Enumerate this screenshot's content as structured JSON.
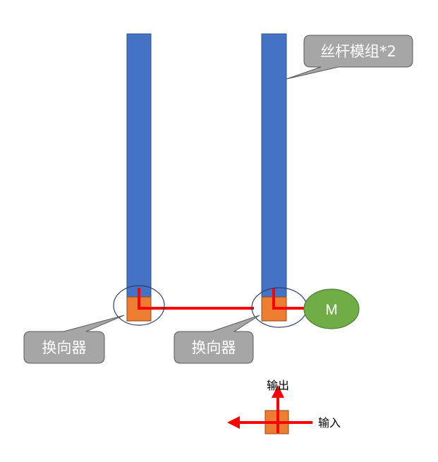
{
  "labels": {
    "leadscrew_callout": "丝杆模组*2",
    "reverser_left": "换向器",
    "reverser_right": "换向器",
    "motor": "M",
    "output": "输出",
    "input": "输入"
  },
  "colors": {
    "leadscrew": "#4472C4",
    "reverser_block": "#ED7D31",
    "motor": "#70AD47",
    "power_line": "#FF0000",
    "callout_fill": "#A6A6A6",
    "callout_stroke": "#595959",
    "circle_stroke": "#2F3E6B"
  }
}
